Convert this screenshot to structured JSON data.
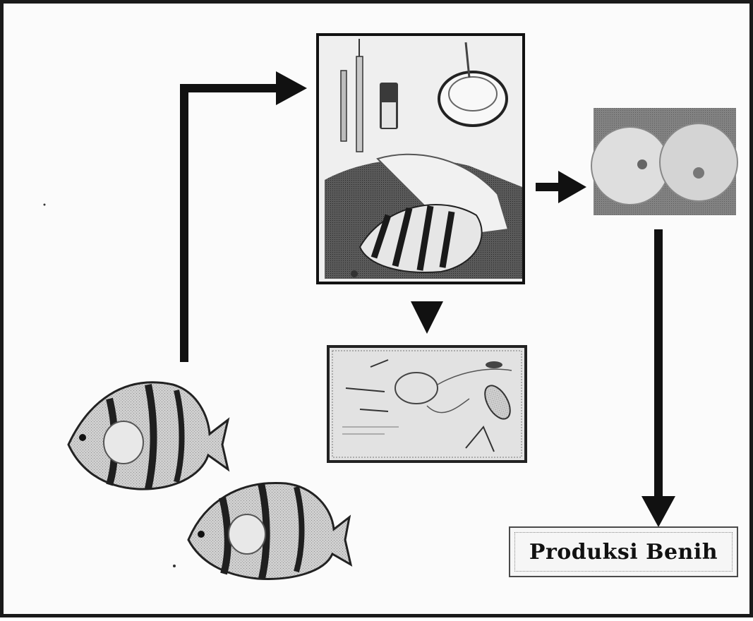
{
  "output": {
    "label": "Produksi Benih"
  },
  "stages": [
    {
      "id": "broodstock",
      "icon": "broodstock-fish-icon"
    },
    {
      "id": "hormone-injection",
      "icon": "hormone-injection-photo"
    },
    {
      "id": "embryo-development",
      "icon": "embryo-development-photo"
    },
    {
      "id": "larvae",
      "icon": "larvae-photo"
    }
  ],
  "colors": {
    "arrow": "#111111",
    "frame": "#1a1a1a",
    "photo_dark": "#2b2b2b",
    "photo_light": "#d9d9d9"
  }
}
